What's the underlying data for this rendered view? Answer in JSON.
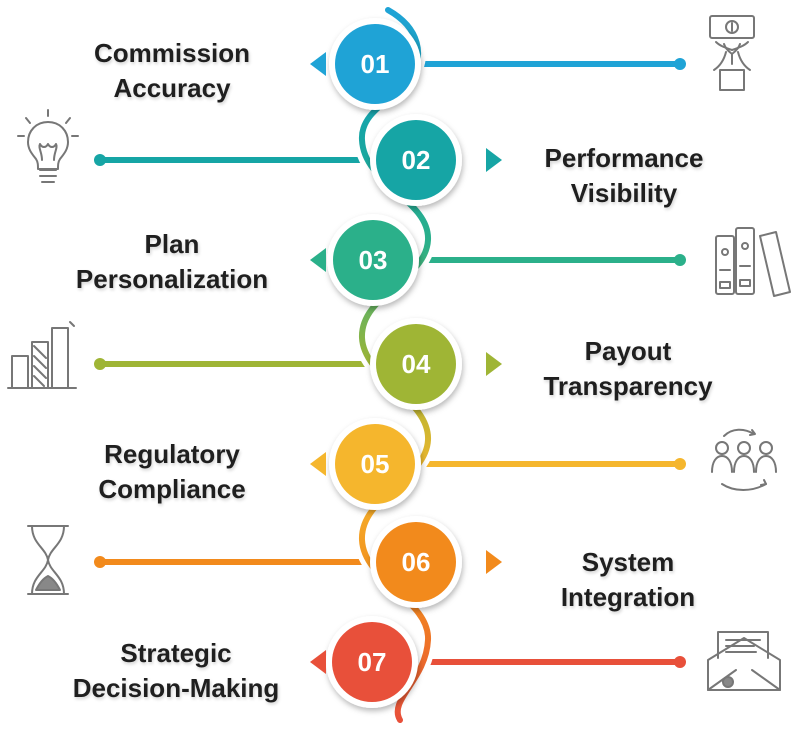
{
  "steps": [
    {
      "number": "01",
      "title_lines": [
        "Commission",
        "Accuracy"
      ],
      "side": "left",
      "color": "#1fa3d6",
      "icon": "money-hand-icon"
    },
    {
      "number": "02",
      "title_lines": [
        "Performance",
        "Visibility"
      ],
      "side": "right",
      "color": "#16a5a5",
      "icon": "lightbulb-icon"
    },
    {
      "number": "03",
      "title_lines": [
        "Plan",
        "Personalization"
      ],
      "side": "left",
      "color": "#2bb08a",
      "icon": "binders-icon"
    },
    {
      "number": "04",
      "title_lines": [
        "Payout",
        "Transparency"
      ],
      "side": "right",
      "color": "#9fb535",
      "icon": "bar-chart-icon"
    },
    {
      "number": "05",
      "title_lines": [
        "Regulatory",
        "Compliance"
      ],
      "side": "left",
      "color": "#f5b62d",
      "icon": "team-cycle-icon"
    },
    {
      "number": "06",
      "title_lines": [
        "System",
        "Integration"
      ],
      "side": "right",
      "color": "#f28a1c",
      "icon": "hourglass-icon"
    },
    {
      "number": "07",
      "title_lines": [
        "Strategic",
        "Decision-Making"
      ],
      "side": "left",
      "color": "#e8503a",
      "icon": "envelope-letter-icon"
    }
  ]
}
